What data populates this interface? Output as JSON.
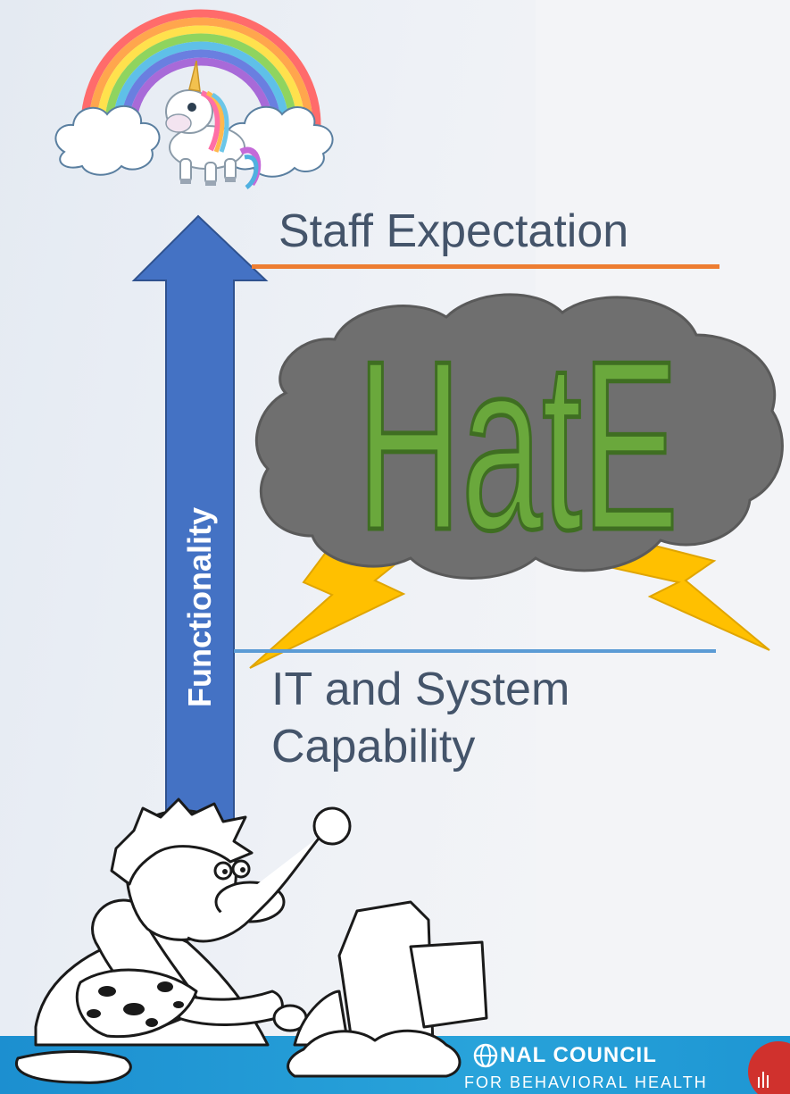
{
  "arrow_label": "Functionality",
  "levels": {
    "expectation": "Staff Expectation",
    "capability_line1": "IT and System",
    "capability_line2": "Capability"
  },
  "cloud_word": "HatE",
  "footer": {
    "org_line1": "NAL COUNCIL",
    "org_line2": "FOR BEHAVIORAL HEALTH"
  },
  "icons": [
    "rainbow-unicorn-icon",
    "storm-cloud-icon",
    "lightning-bolt-icon",
    "caveman-icon",
    "stone-computer-icon",
    "globe-icon"
  ],
  "colors": {
    "arrow": "#4472c4",
    "expectation_rule": "#ed7d31",
    "capability_rule": "#5b9bd5",
    "cloud": "#6f6f6f",
    "hate_text": "#6aa83c",
    "lightning": "#ffc000",
    "footer": "#1c8fd0"
  }
}
